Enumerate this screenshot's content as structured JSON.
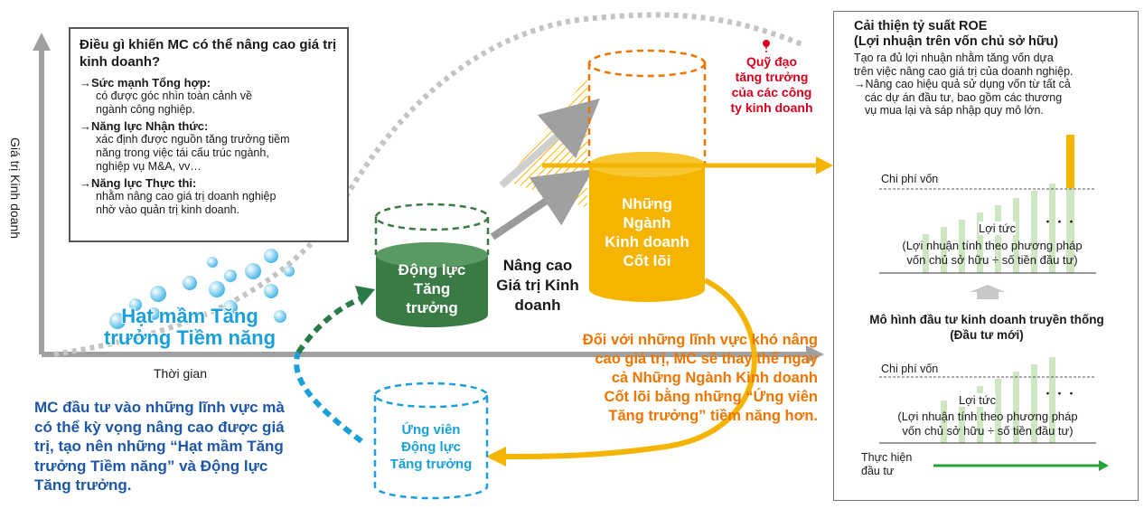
{
  "axes": {
    "y_label": "Giá trị Kinh doanh",
    "x_label": "Thời gian"
  },
  "question_box": {
    "question": "Điều gì khiến MC có thể nâng cao giá trị kinh doanh?",
    "items": [
      {
        "heading": "→Sức mạnh Tổng hợp:",
        "line1": "có được góc nhìn toàn cảnh về",
        "line2": "ngành công nghiệp.",
        "line3": ""
      },
      {
        "heading": "→Năng lực Nhận thức:",
        "line1": "xác định được nguồn tăng trưởng tiềm",
        "line2": "năng trong việc tái cấu trúc ngành,",
        "line3": "nghiệp vụ M&A, vv…"
      },
      {
        "heading": "→Năng lực Thực thi:",
        "line1": "nhằm nâng cao giá trị doanh nghiệp",
        "line2": "nhờ vào quản trị kinh doanh.",
        "line3": ""
      }
    ]
  },
  "seeds": {
    "line1": "Hạt mầm Tăng",
    "line2": "trưởng Tiềm năng"
  },
  "growth_driver": {
    "line1": "Động lực",
    "line2": "Tăng",
    "line3": "trưởng"
  },
  "core_business": {
    "line1": "Những",
    "line2": "Ngành",
    "line3": "Kinh doanh",
    "line4": "Cốt lõi"
  },
  "value_up": {
    "line1": "Nâng cao",
    "line2": "Giá trị Kinh",
    "line3": "doanh"
  },
  "trajectory": {
    "line1": "Quỹ đạo",
    "line2": "tăng trưởng",
    "line3": "của các công",
    "line4": "ty kinh doanh"
  },
  "candidate": {
    "line1": "Ứng viên",
    "line2": "Động lực",
    "line3": "Tăng trưởng"
  },
  "orange_note": {
    "line1": "Đối với những lĩnh vực khó nâng",
    "line2": "cao giá trị, MC sẽ thay thế ngay",
    "line3": "cả Những Ngành Kinh doanh",
    "line4": "Cốt lõi bằng những “Ứng viên",
    "line5": "Tăng trưởng” tiềm năng hơn."
  },
  "blue_note": {
    "line1": "MC đầu tư vào những lĩnh vực mà",
    "line2": "có thể kỳ vọng nâng cao được giá",
    "line3": "trị, tạo nên những “Hạt mầm Tăng",
    "line4": "trưởng Tiềm năng” và Động lực",
    "line5": "Tăng trưởng."
  },
  "roe": {
    "title1": "Cải thiện tỷ suất ROE",
    "title2": "(Lợi nhuận trên vốn chủ sở hữu)",
    "desc1": "Tạo ra đủ lợi nhuận nhằm tăng vốn dựa",
    "desc2": "trên việc nâng cao giá trị của doanh nghiệp.",
    "desc3": "→Nâng cao hiệu quả sử dụng vốn từ tất cả",
    "desc4": "các dự án đầu tư, bao gồm các thương",
    "desc5": "vụ mua lại và sáp nhập quy mô lớn.",
    "cost": "Chi phí vốn",
    "profit": "Lợi tức",
    "dots": "・・・",
    "profit_note1": "(Lợi nhuận tính theo phương pháp",
    "profit_note2": "vốn chủ sở hữu ÷ số tiền đầu tư)"
  },
  "traditional": {
    "title1": "Mô hình đầu tư kinh doanh truyền thống",
    "title2": "(Đầu tư mới)",
    "cost": "Chi phí vốn",
    "profit": "Lợi tức",
    "dots": "・・・",
    "profit_note1": "(Lợi nhuận tính theo phương pháp",
    "profit_note2": "vốn chủ sở hữu ÷ số tiền đầu tư)",
    "exec1": "Thực hiện",
    "exec2": "đầu tư"
  },
  "colors": {
    "green": "#3a7a45",
    "orange": "#f5b400",
    "orange_text": "#ee7600",
    "blue": "#1aa0d8",
    "red": "#d6001c",
    "bar_green": "#cfe6c2",
    "gray": "#a9a9a9"
  }
}
